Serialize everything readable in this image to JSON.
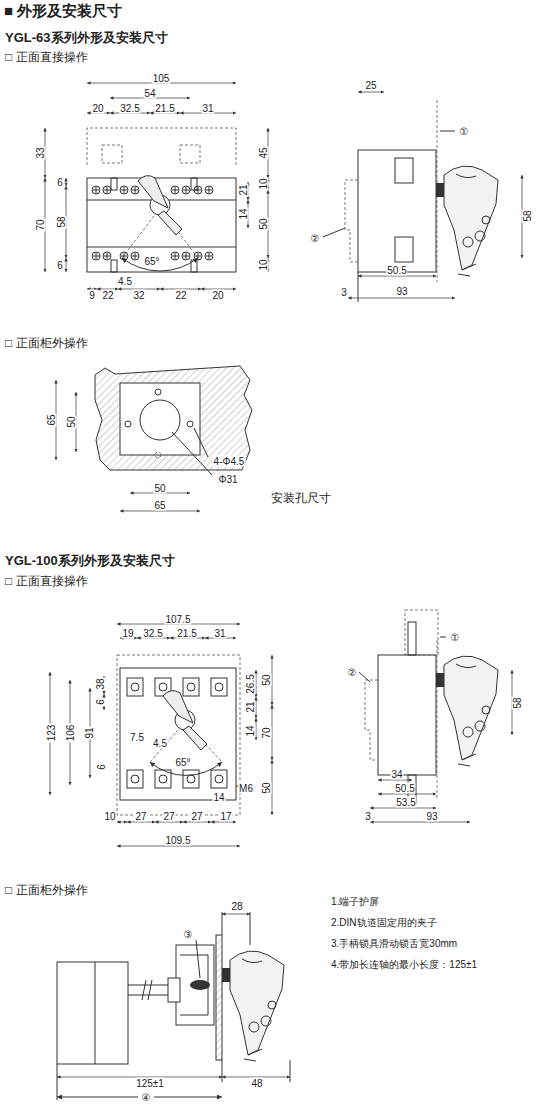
{
  "diagram": {
    "title": "■ 外形及安装尺寸",
    "labels": [
      "YGL-63系列外形及安装尺寸",
      "□ 正面直接操作",
      "105",
      "54",
      "20",
      "32.5",
      "21.5",
      "31",
      "33",
      "45",
      "6",
      "21",
      "10",
      "70",
      "58",
      "14",
      "50",
      "6",
      "10",
      "65°",
      "4.5",
      "9",
      "22",
      "32",
      "22",
      "20",
      "25",
      "①",
      "58",
      "②",
      "50.5",
      "3",
      "93",
      "□ 正面柜外操作",
      "65",
      "50",
      "4-Φ4.5",
      "Φ31",
      "50",
      "65",
      "安装孔尺寸",
      "YGL-100系列外形及安装尺寸",
      "□ 正面直接操作",
      "107.5",
      "19",
      "32.5",
      "21.5",
      "31",
      "①",
      "②",
      "6",
      "38",
      "26.5",
      "50",
      "123",
      "106",
      "91",
      "21",
      "70",
      "14",
      "58",
      "7.5",
      "4.5",
      "6",
      "65°",
      "M6",
      "50",
      "14",
      "10",
      "27",
      "27",
      "27",
      "17",
      "109.5",
      "34",
      "50.5",
      "53.5",
      "3",
      "93",
      "□ 正面柜外操作",
      "28",
      "③",
      "1.端子护屏",
      "2.DIN轨道固定用的夹子",
      "3.手柄锁具滑动锁舌宽30mm",
      "4.带加长连轴的最小长度：125±1",
      "125±1",
      "48",
      "④"
    ]
  }
}
